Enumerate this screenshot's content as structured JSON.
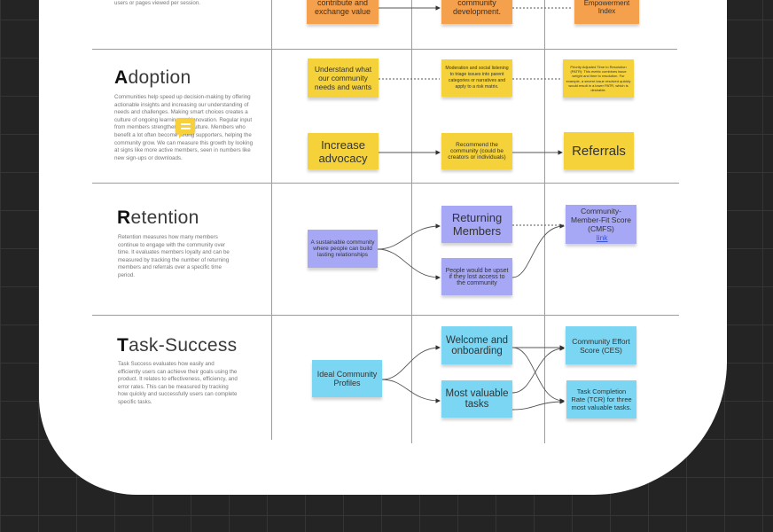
{
  "top_row": {
    "desc_fragment": "users or pages viewed per session.",
    "note_col1": "contribute and exchange value",
    "note_col2": "community development.",
    "note_col3": "Empowerment Index"
  },
  "sections": [
    {
      "key": "adoption",
      "initial": "A",
      "rest": "doption",
      "description": "Communities help speed up decision-making by offering actionable insights and increasing our understanding of needs and challenges. Making smart choices creates a culture of ongoing learning and innovation. Regular input from members strengthens this culture. Members who benefit a lot often become strong supporters, helping the community grow. We can measure this growth by looking at signs like more active members, seen in numbers like new sign-ups or downloads.",
      "notes": [
        "Understand what our community needs and wants",
        "Moderation and social listening to triage issues into parent categories or narratives and apply to a risk matrix.",
        "Priority Adjusted Time to Resolution (PATR): This metric combines issue weight and time to resolution. For example, a severe issue resolved quickly would result in a lower PATR, which is desirable.",
        "Increase advocacy",
        "Recommend the community (could be creators or individuals)",
        "Referrals"
      ]
    },
    {
      "key": "retention",
      "initial": "R",
      "rest": "etention",
      "description": "Retention measures how many members continue to engage with the community over time. It evaluates members loyalty and can be measured by tracking the number of returning members and referrals over a specific time period.",
      "notes": [
        "A sustainable community where people can build lasting relationships",
        "Returning Members",
        "People would be upset if they lost access to the community",
        "Community-Member-Fit Score (CMFS)"
      ],
      "link_label": "link"
    },
    {
      "key": "task-success",
      "initial": "T",
      "rest": "ask-Success",
      "description": "Task Success evaluates how easily and efficiently users can achieve their goals using the product. It relates to effectiveness, efficiency, and error rates. This can be measured by tracking how quickly and successfully users can complete specific tasks.",
      "notes": [
        "Ideal Community Profiles",
        "Welcome and onboarding",
        "Most valuable tasks",
        "Community Effort Score (CES)",
        "Task Completion Rate (TCR) for three most valuable tasks."
      ]
    }
  ],
  "colors": {
    "orange": "#f5a04d",
    "yellow": "#f5d23a",
    "purple": "#a6a7f5",
    "cyan": "#7ad6f3",
    "canvas": "#242424"
  },
  "icons": [
    "comment-icon"
  ]
}
